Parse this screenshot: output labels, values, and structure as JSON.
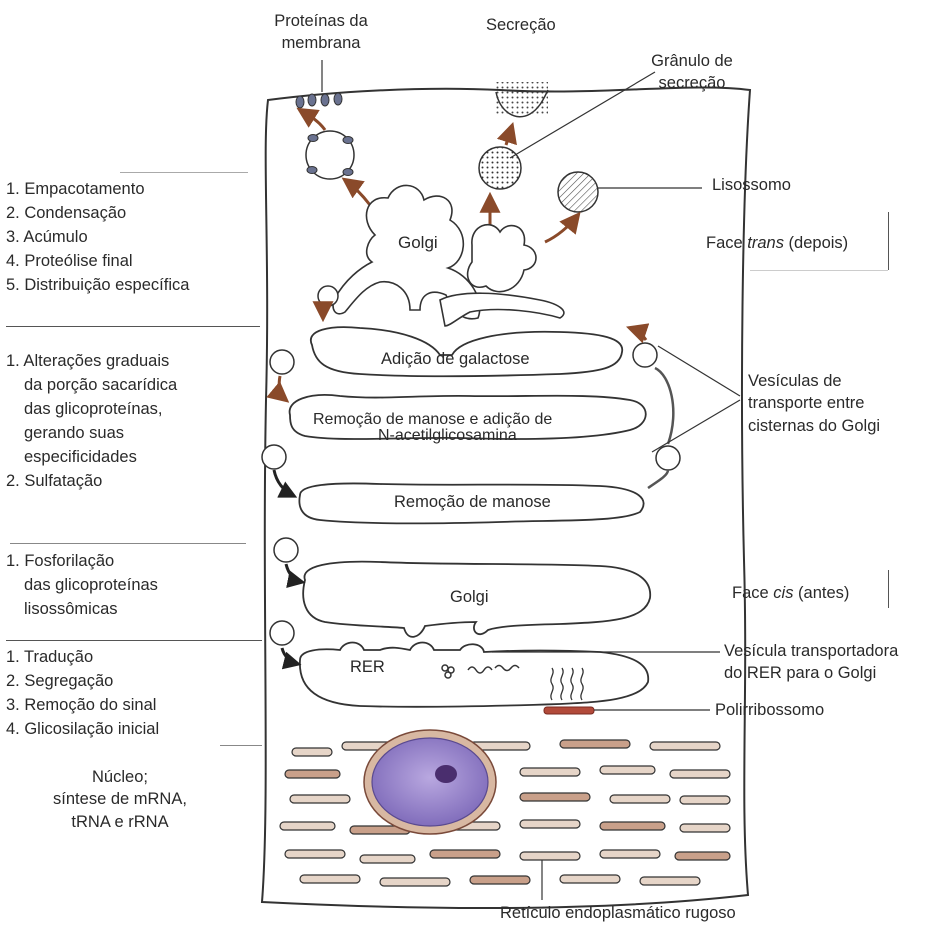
{
  "labels": {
    "proteinas_membrana": [
      "Proteínas da",
      "membrana"
    ],
    "secrecao": "Secreção",
    "granulo": [
      "Grânulo de",
      "secreção"
    ],
    "lisossomo": "Lisossomo",
    "face_trans_pre": "Face ",
    "face_trans_em": "trans",
    "face_trans_post": " (depois)",
    "face_cis_pre": "Face ",
    "face_cis_em": "cis",
    "face_cis_post": " (antes)",
    "vesiculas_transporte": [
      "Vesículas de",
      "transporte entre",
      "cisternas do Golgi"
    ],
    "vesicula_rer": [
      "Vesícula transportadora",
      "do RER para o Golgi"
    ],
    "polirribossomo": "Polirribossomo",
    "reticulo": "Retículo endoplasmático rugoso",
    "nucleo": [
      "Núcleo;",
      "síntese de mRNA,",
      "tRNA e rRNA"
    ],
    "golgi_top": "Golgi",
    "adicao_galactose": "Adição de galactose",
    "remocao_manose_adicao": [
      "Remoção de manose e adição de",
      "N-acetilglicosamina"
    ],
    "remocao_manose": "Remoção de manose",
    "golgi_cis": "Golgi",
    "rer": "RER"
  },
  "lists": {
    "trans": [
      "1. Empacotamento",
      "2. Condensação",
      "3. Acúmulo",
      "4. Proteólise final",
      "5. Distribuição específica"
    ],
    "medial": [
      "1. Alterações graduais",
      "da porção sacarídica",
      "das glicoproteínas,",
      "gerando suas",
      "especificidades",
      "2. Sulfatação"
    ],
    "cis": [
      "1. Fosforilação",
      "das glicoproteínas",
      "lisossômicas"
    ],
    "rer": [
      "1. Tradução",
      "2. Segregação",
      "3. Remoção do sinal",
      "4. Glicosilação inicial"
    ]
  }
}
